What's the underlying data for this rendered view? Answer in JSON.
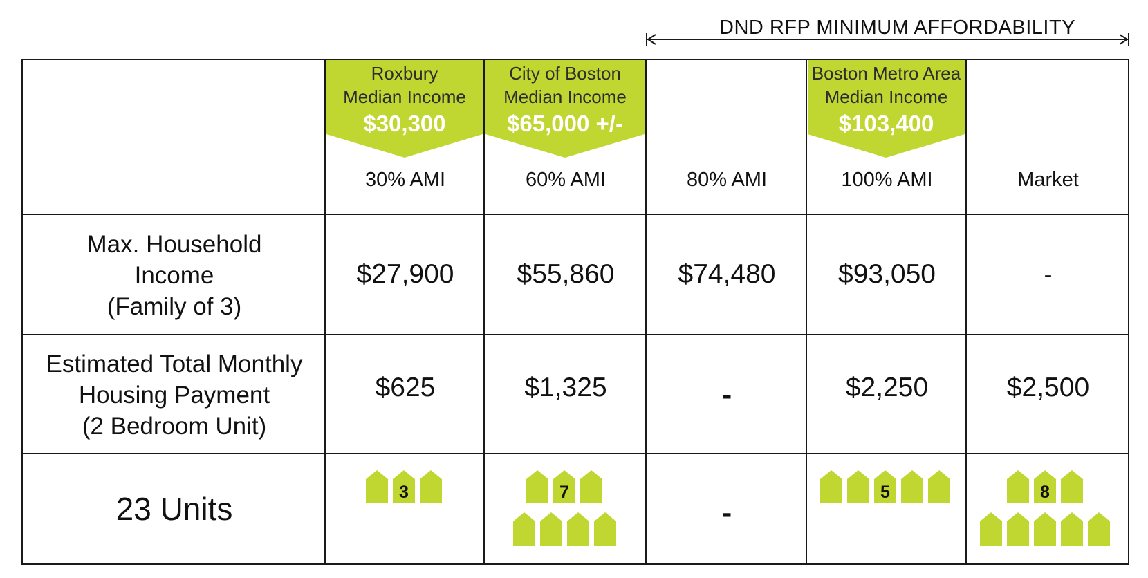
{
  "header": {
    "range_title": "DND RFP MINIMUM AFFORDABILITY"
  },
  "columns": [
    {
      "key": "ami30",
      "banner": {
        "label_line1": "Roxbury",
        "label_line2": "Median Income",
        "value": "$30,300"
      },
      "ami_label": "30% AMI"
    },
    {
      "key": "ami60",
      "banner": {
        "label_line1": "City of Boston",
        "label_line2": "Median Income",
        "value": "$65,000 +/-"
      },
      "ami_label": "60% AMI"
    },
    {
      "key": "ami80",
      "banner": null,
      "ami_label": "80% AMI"
    },
    {
      "key": "ami100",
      "banner": {
        "label_line1": "Boston Metro Area",
        "label_line2": "Median Income",
        "value": "$103,400"
      },
      "ami_label": "100% AMI"
    },
    {
      "key": "market",
      "banner": null,
      "ami_label": "Market"
    }
  ],
  "rows": {
    "income": {
      "label_lines": [
        "Max. Household",
        "Income",
        "(Family of 3)"
      ],
      "values": [
        "$27,900",
        "$55,860",
        "$74,480",
        "$93,050",
        "-"
      ]
    },
    "payment": {
      "label_lines": [
        "Estimated Total Monthly",
        "Housing Payment",
        "(2 Bedroom Unit)"
      ],
      "values": [
        "$625",
        "$1,325",
        "-",
        "$2,250",
        "$2,500"
      ]
    },
    "units": {
      "label": "23 Units",
      "counts": [
        "3",
        "7",
        "-",
        "5",
        "8"
      ]
    }
  },
  "colors": {
    "accent_green": "#bfd730",
    "border": "#1a1a1a",
    "text": "#111111"
  },
  "icons": {
    "unit": "house-icon",
    "range": "double-arrow-icon"
  }
}
